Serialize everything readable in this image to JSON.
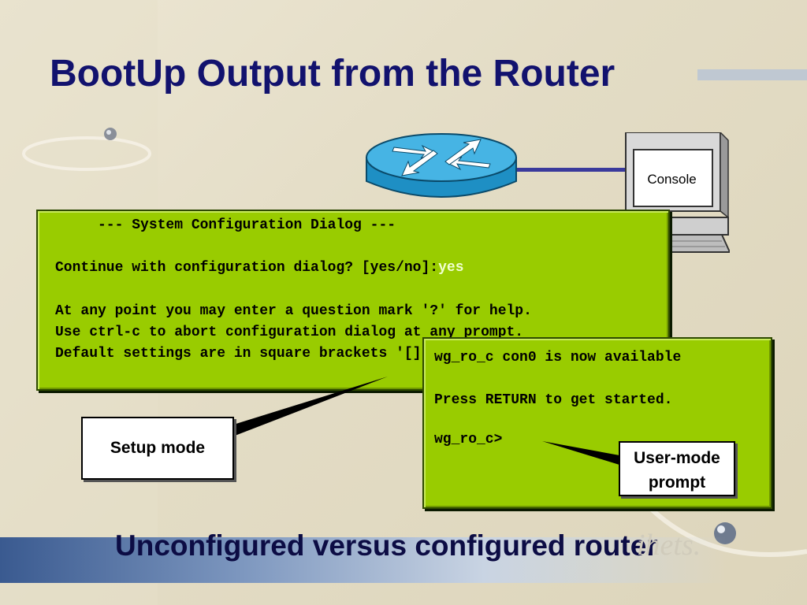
{
  "slide": {
    "title": "BootUp Output from the Router",
    "subtitle": "Unconfigured versus configured router"
  },
  "diagram": {
    "console_label": "Console",
    "router_icon": "router-icon",
    "pc_icon": "console-terminal-icon"
  },
  "setup_terminal": {
    "line1": "     --- System Configuration Dialog ---",
    "line2_prompt": "Continue with configuration dialog? [yes/no]:",
    "line2_answer": "yes",
    "line3": "At any point you may enter a question mark '?' for help.",
    "line4": "Use ctrl-c to abort configuration dialog at any prompt.",
    "line5": "Default settings are in square brackets '[]'."
  },
  "user_terminal": {
    "line1": "wg_ro_c con0 is now available",
    "line2": "Press RETURN to get started.",
    "line3": "wg_ro_c>"
  },
  "callouts": {
    "setup_mode": "Setup mode",
    "user_mode_line1": "User-mode",
    "user_mode_line2": "prompt"
  },
  "logo_text": "ihets.",
  "colors": {
    "title": "#12126e",
    "terminal_bg": "#99cc00",
    "answer": "#f0ffd0"
  }
}
